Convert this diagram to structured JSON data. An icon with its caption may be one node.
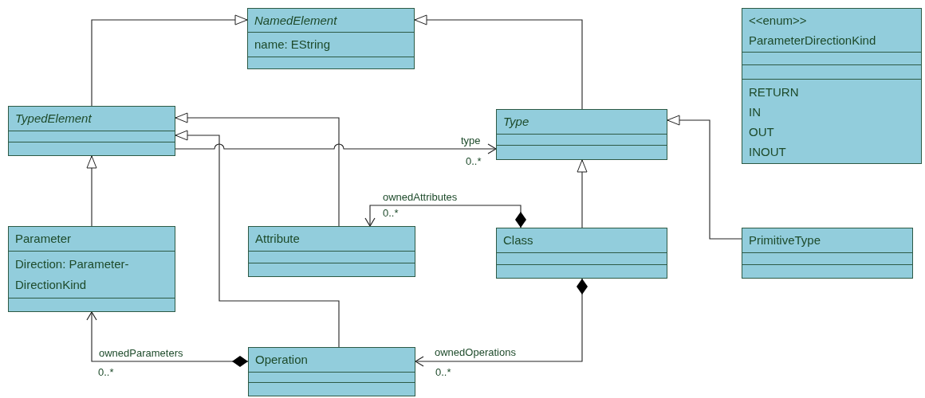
{
  "diagram": {
    "nodes": [
      {
        "text": [
          "NamedElement",
          "name: EString"
        ]
      },
      {
        "text": [
          "TypedElement"
        ]
      },
      {
        "text": [
          "Type"
        ]
      },
      {
        "text": [
          "<<enum>>",
          "ParameterDirectionKind",
          "RETURN",
          "IN",
          "OUT",
          "INOUT"
        ]
      },
      {
        "text": [
          "Parameter",
          "Direction: Parameter-DirectionKind"
        ]
      },
      {
        "text": [
          "Attribute"
        ]
      },
      {
        "text": [
          "Class"
        ]
      },
      {
        "text": [
          "PrimitiveType"
        ]
      },
      {
        "text": [
          "Operation"
        ]
      }
    ],
    "edges": [
      {
        "from": 1,
        "to": 0,
        "arrow": "to"
      },
      {
        "from": 2,
        "to": 0,
        "arrow": "to"
      },
      {
        "from": 4,
        "to": 1,
        "arrow": "to"
      },
      {
        "from": 5,
        "to": 1,
        "arrow": "to"
      },
      {
        "from": 8,
        "to": 1,
        "arrow": "to"
      },
      {
        "from": 1,
        "to": 2,
        "arrow": "to",
        "label": "type"
      },
      {
        "from": 6,
        "to": 2,
        "arrow": "to"
      },
      {
        "from": 7,
        "to": 2,
        "arrow": "to"
      },
      {
        "from": 6,
        "to": 5,
        "arrow": "to",
        "label": "ownedAttributes"
      },
      {
        "from": 8,
        "to": 4,
        "arrow": "to",
        "label": "ownedParameters"
      },
      {
        "from": 6,
        "to": 8,
        "arrow": "to",
        "label": "ownedOperations"
      }
    ],
    "labels": [
      "0..*",
      "0..*",
      "0..*",
      "0..*"
    ]
  }
}
